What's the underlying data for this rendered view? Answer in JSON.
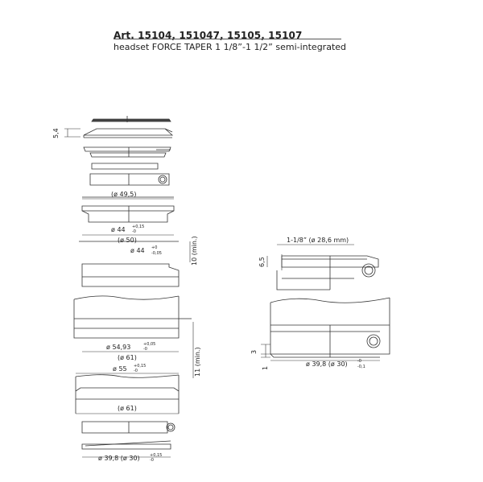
{
  "header": {
    "title": "Art. 15104, 151047, 15105, 15107",
    "subtitle": "headset FORCE TAPER 1 1/8”-1 1/2” semi-integrated"
  },
  "left_stack": {
    "dim_top_height": "5,4",
    "dim_cup_top_diameter": "(ø 49,5)",
    "dim_cup_top_fit": "ø 44",
    "dim_cup_top_fit_upper": "+0,15",
    "dim_cup_top_fit_lower": "-0",
    "dim_cup_top_outer": "(ø 50)",
    "dim_headtube_top_bore": "ø 44",
    "dim_headtube_top_bore_upper": "+0",
    "dim_headtube_top_bore_lower": "-0,05",
    "dim_headtube_top_depth": "10 (min.)",
    "dim_headtube_bottom_bore": "ø 54,93",
    "dim_headtube_bottom_bore_upper": "+0,05",
    "dim_headtube_bottom_bore_lower": "-0",
    "dim_headtube_bottom_outer": "(ø 61)",
    "dim_headtube_bottom_depth": "11 (min.)",
    "dim_cup_bottom_fit": "ø 55",
    "dim_cup_bottom_fit_upper": "+0,15",
    "dim_cup_bottom_fit_lower": "-0",
    "dim_cup_bottom_outer": "(ø 61)",
    "dim_crown_race": "ø 39,8 (ø 30)",
    "dim_crown_race_upper": "+0,15",
    "dim_crown_race_lower": "-0"
  },
  "assembly": {
    "dim_steerer": "1-1/8” (ø 28,6 mm)",
    "dim_stack_height": "6,5",
    "dim_lower_3": "3",
    "dim_lower_1": "1",
    "dim_crown_race": "ø 39,8 (ø 30)",
    "dim_crown_race_upper": "-0",
    "dim_crown_race_lower": "-0,1"
  }
}
